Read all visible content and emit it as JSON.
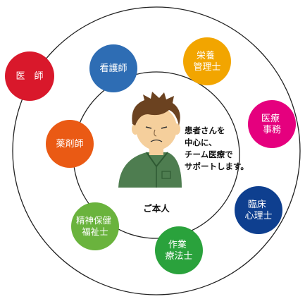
{
  "center": {
    "message_lines": [
      "患者さんを",
      "中心に、",
      "チーム医療で",
      "サポートします。"
    ],
    "patient_label": "ご本人"
  },
  "roles": [
    {
      "id": "doctor",
      "lines": [
        "医　師"
      ],
      "color": "#d9182b"
    },
    {
      "id": "nurse",
      "lines": [
        "看護師"
      ],
      "color": "#2e6db4"
    },
    {
      "id": "dietitian",
      "lines": [
        "栄養",
        "管理士"
      ],
      "color": "#f2a500"
    },
    {
      "id": "medical-clerk",
      "lines": [
        "医療",
        "事務"
      ],
      "color": "#e5007e"
    },
    {
      "id": "psychologist",
      "lines": [
        "臨床",
        "心理士"
      ],
      "color": "#0e3f8f"
    },
    {
      "id": "ot",
      "lines": [
        "作業",
        "療法士"
      ],
      "color": "#2aa23c"
    },
    {
      "id": "psw",
      "lines": [
        "精神保健",
        "福祉士"
      ],
      "color": "#6ab33d"
    },
    {
      "id": "pharmacist",
      "lines": [
        "薬剤師"
      ],
      "color": "#ea5a14"
    }
  ],
  "colors": {
    "ring": "#222222",
    "skin": "#f5cf9c",
    "hair": "#6b4220",
    "shirt": "#4e7d50"
  }
}
